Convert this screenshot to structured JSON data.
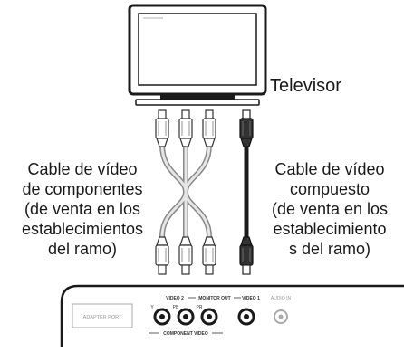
{
  "tv_label": "Televisor",
  "component_cable": {
    "lines": [
      "Cable de vídeo",
      "de componentes",
      "(de venta en los",
      "establecimientos",
      "del ramo)"
    ]
  },
  "composite_cable": {
    "lines": [
      "Cable de vídeo",
      "compuesto",
      "(de venta en los",
      "establecimiento",
      "s del ramo)"
    ]
  },
  "panel": {
    "adapter_port": "ADAPTER PORT",
    "video2": "VIDEO 2",
    "monitor_out": "MONITOR OUT",
    "video1": "VIDEO 1",
    "audio_in": "AUDIO IN",
    "component_video": "COMPONENT VIDEO",
    "jack_y": "Y",
    "jack_pb": "PB",
    "jack_pr": "PR"
  }
}
